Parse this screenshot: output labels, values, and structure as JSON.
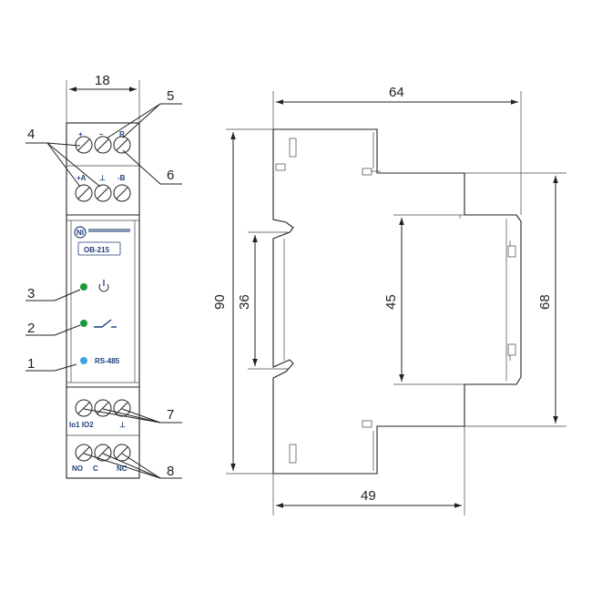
{
  "dimensions": {
    "front_width": "18",
    "side_width": "64",
    "side_bottom_width": "49",
    "total_height": "90",
    "rail_height": "36",
    "inner_height": "45",
    "side_height": "68"
  },
  "callouts": [
    "1",
    "2",
    "3",
    "4",
    "5",
    "6",
    "7",
    "8"
  ],
  "device": {
    "model": "OB-215",
    "interface_label": "RS-485",
    "logo_letters": "NI"
  },
  "terminals": {
    "top_row1": [
      "+",
      "–",
      "R"
    ],
    "top_row2": [
      "+A",
      "⊥",
      "-B"
    ],
    "bottom_row1_left": "Io1 IO2",
    "bottom_row1_right": "⊥",
    "bottom_row2": [
      "NO",
      "C",
      "NC"
    ]
  },
  "colors": {
    "led_power": "#1a9b3a",
    "led_relay": "#1a9b3a",
    "led_rs485": "#3aa3e0",
    "label_blue": "#1f3f7a"
  }
}
